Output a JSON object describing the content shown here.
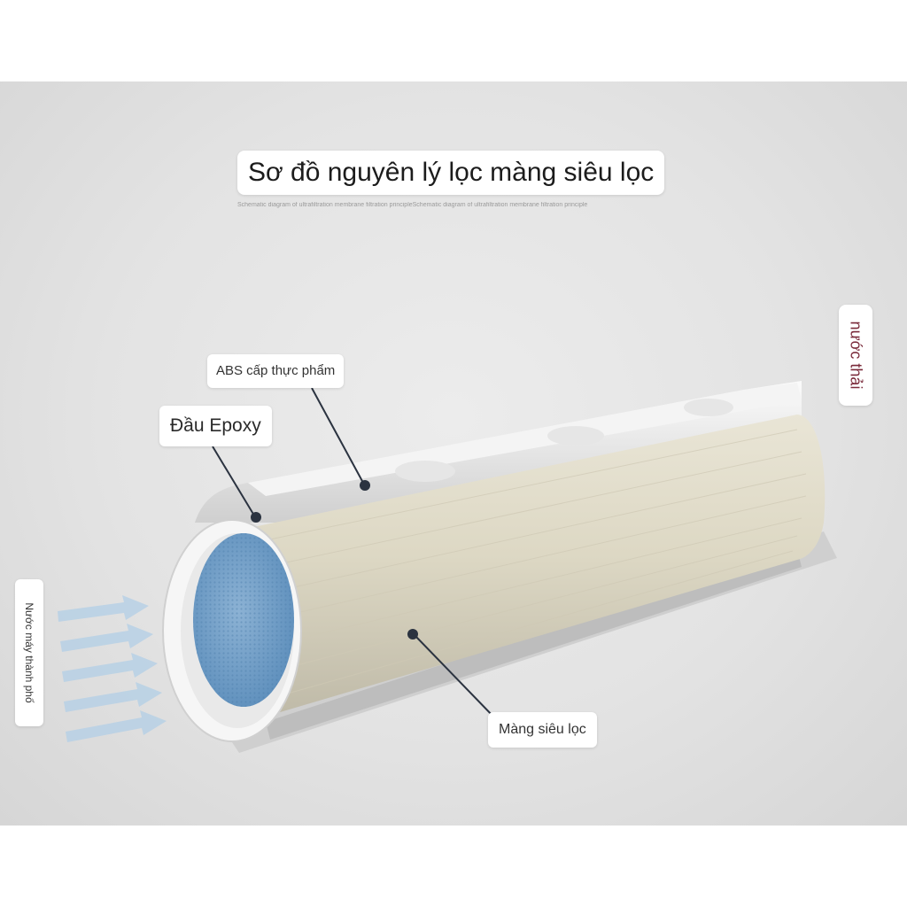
{
  "title": "Sơ đồ nguyên lý lọc màng siêu lọc",
  "subtitle": "Schematic diagram of ultrafiltration membrane filtration principleSchematic diagram of ultrafiltration membrane filtration principle",
  "labels": {
    "abs": "ABS cấp thực phẩm",
    "epoxy": "Đầu Epoxy",
    "membrane": "Màng siêu lọc",
    "waste_water": "nước thải",
    "city_water": "Nước máy thành phố"
  },
  "colors": {
    "background": "#e3e3e3",
    "membrane": "#ddd8c6",
    "membrane_face": "#7aa3c8",
    "arrows": "#b8d1e6",
    "housing": "#f2f2f2",
    "waste_text": "#7a2a3a"
  }
}
